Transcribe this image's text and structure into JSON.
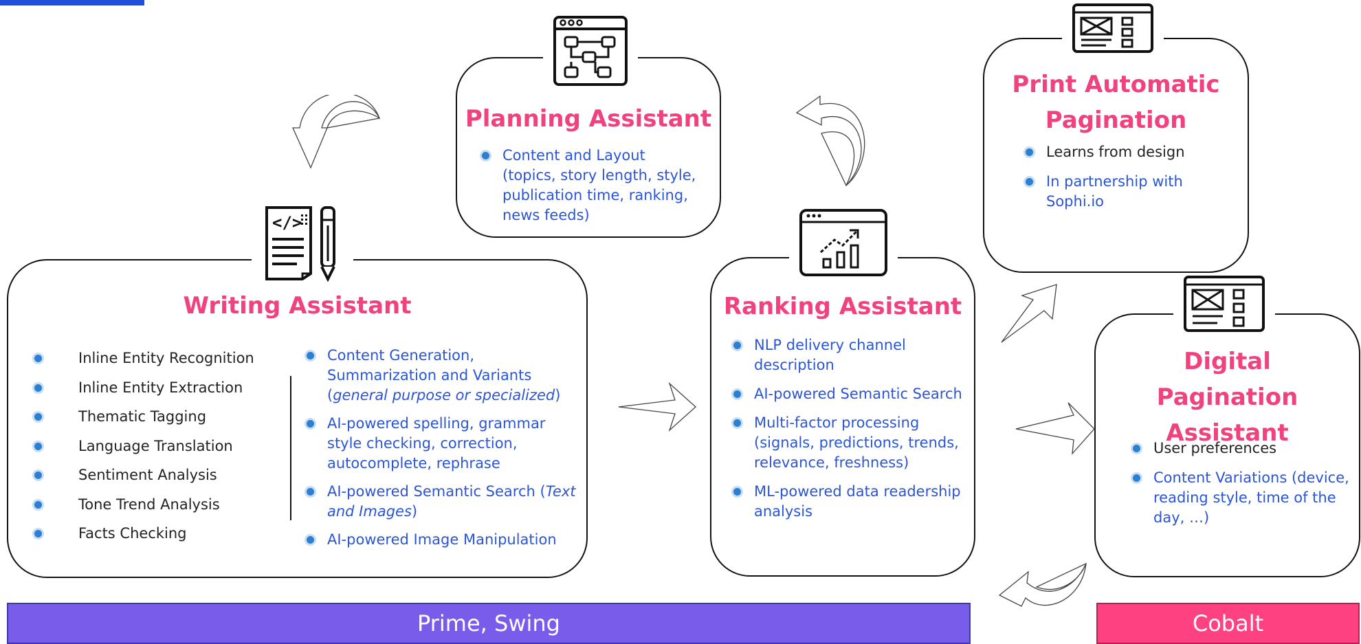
{
  "planning": {
    "title": "Planning Assistant",
    "items": [
      "Content and Layout (topics, story length, style, publication time, ranking, news feeds)"
    ]
  },
  "writing": {
    "title": "Writing Assistant",
    "left_items": [
      "Inline Entity Recognition",
      "Inline Entity Extraction",
      "Thematic Tagging",
      "Language Translation",
      "Sentiment Analysis",
      "Tone Trend Analysis",
      "Facts Checking"
    ],
    "right_items": {
      "gen_a": "Content Generation, Summarization and Variants (",
      "gen_b": "general purpose or specialized",
      "gen_c": ")",
      "spell": "AI-powered spelling, grammar style checking, correction, autocomplete, rephrase",
      "search_a": "AI-powered  Semantic Search (",
      "search_b": "Text and Images",
      "search_c": ")",
      "image": "AI-powered Image Manipulation"
    }
  },
  "ranking": {
    "title": "Ranking Assistant",
    "items": [
      "NLP delivery channel description",
      "AI-powered Semantic Search",
      "Multi-factor processing (signals, predictions, trends, relevance, freshness)",
      "ML-powered data readership analysis"
    ]
  },
  "print": {
    "title": "Print Automatic Pagination",
    "items": [
      "Learns from design",
      "In partnership with Sophi.io"
    ]
  },
  "digital": {
    "title": "Digital Pagination Assistant",
    "items": [
      "User preferences",
      "Content Variations (device, reading style, time of the day, …)"
    ]
  },
  "bars": {
    "left": "Prime, Swing",
    "right": "Cobalt"
  },
  "colors": {
    "title_pink": "#f0437d",
    "bullet_blue": "#2a55d6",
    "bar_purple": "#7a5cea",
    "bar_pink": "#fe4181"
  },
  "icons": [
    "flowchart-window-icon",
    "code-document-pencil-icon",
    "growth-chart-window-icon",
    "layout-wireframe-icon"
  ]
}
